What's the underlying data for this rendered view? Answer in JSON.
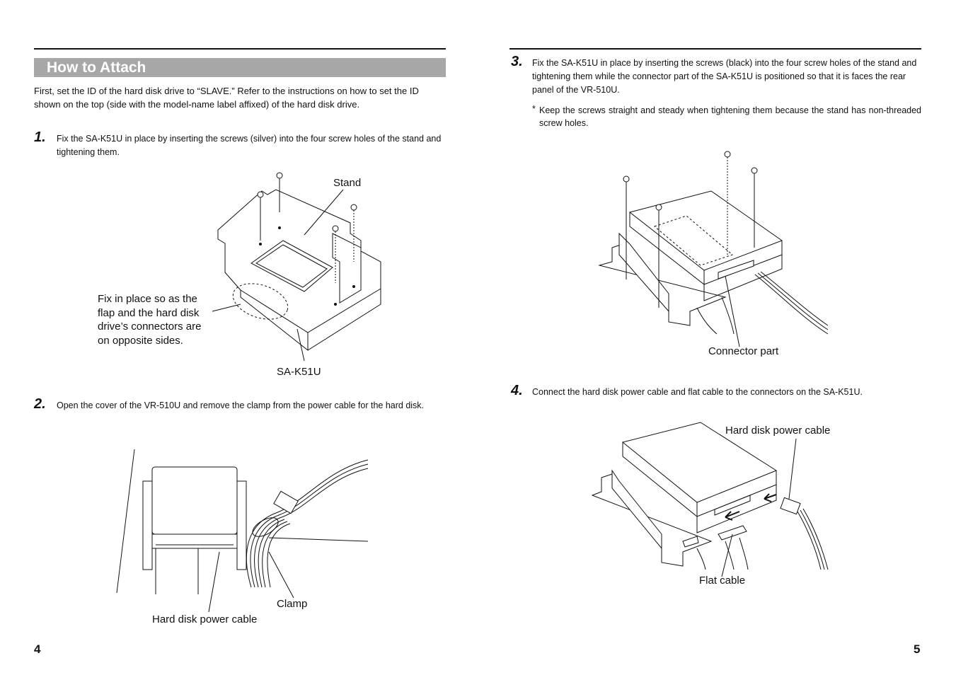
{
  "left_page": {
    "section_title": "How to Attach",
    "intro": "First, set the ID of the hard disk drive to “SLAVE.” Refer to the instructions on how to set the ID shown on the top (side with the model-name label affixed) of the hard disk drive.",
    "step1": {
      "number": "1.",
      "text": "Fix the SA-K51U in place by inserting the screws (silver) into the four screw holes of the stand and tightening them.",
      "labels": {
        "stand": "Stand",
        "fix_note": "Fix in place so as the flap and the hard disk drive’s connectors are on opposite sides.",
        "model": "SA-K51U"
      }
    },
    "step2": {
      "number": "2.",
      "text": "Open the cover of the VR-510U and remove the clamp from the power cable for the hard disk.",
      "labels": {
        "clamp": "Clamp",
        "power_cable": "Hard disk power cable"
      }
    },
    "page_number": "4"
  },
  "right_page": {
    "step3": {
      "number": "3.",
      "text": "Fix the SA-K51U in place by inserting the screws (black) into the four screw holes of the stand and tightening them while the connector part of the SA-K51U is positioned so that it is faces the rear panel of the VR-510U.",
      "note_mark": "*",
      "note": "Keep the screws straight and steady when tightening them because the stand has non-threaded screw holes.",
      "labels": {
        "connector": "Connector part"
      }
    },
    "step4": {
      "number": "4.",
      "text": "Connect the hard disk power cable and flat cable to the connectors on the SA-K51U.",
      "labels": {
        "power_cable": "Hard disk power cable",
        "flat_cable": "Flat cable"
      }
    },
    "page_number": "5"
  }
}
